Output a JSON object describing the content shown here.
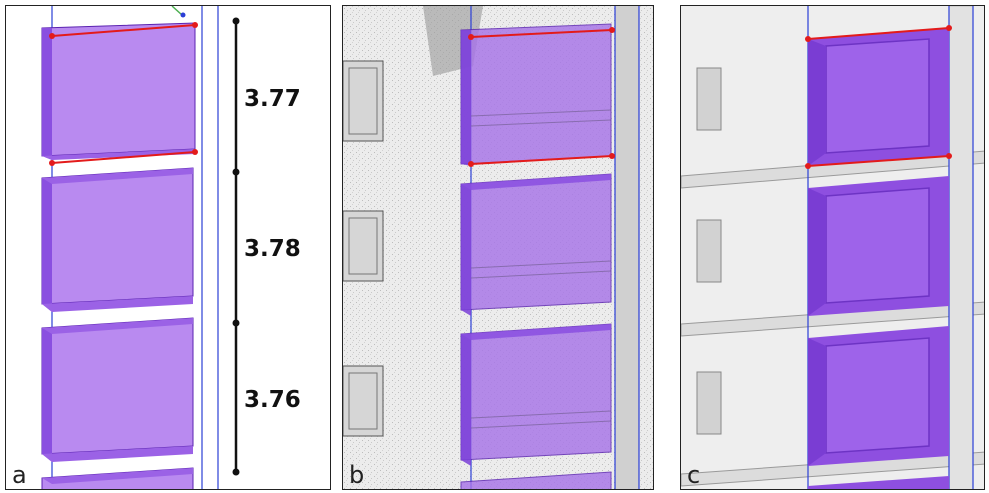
{
  "panels": [
    {
      "label": "a"
    },
    {
      "label": "b"
    },
    {
      "label": "c"
    }
  ],
  "measurements": [
    "3.77",
    "3.78",
    "3.76"
  ],
  "colors": {
    "slab": "#a774e8",
    "slab_edge": "#5a23b0",
    "highlight_line": "#e31b1b",
    "guide_line": "#2b3fd6",
    "dimension": "#111111"
  }
}
